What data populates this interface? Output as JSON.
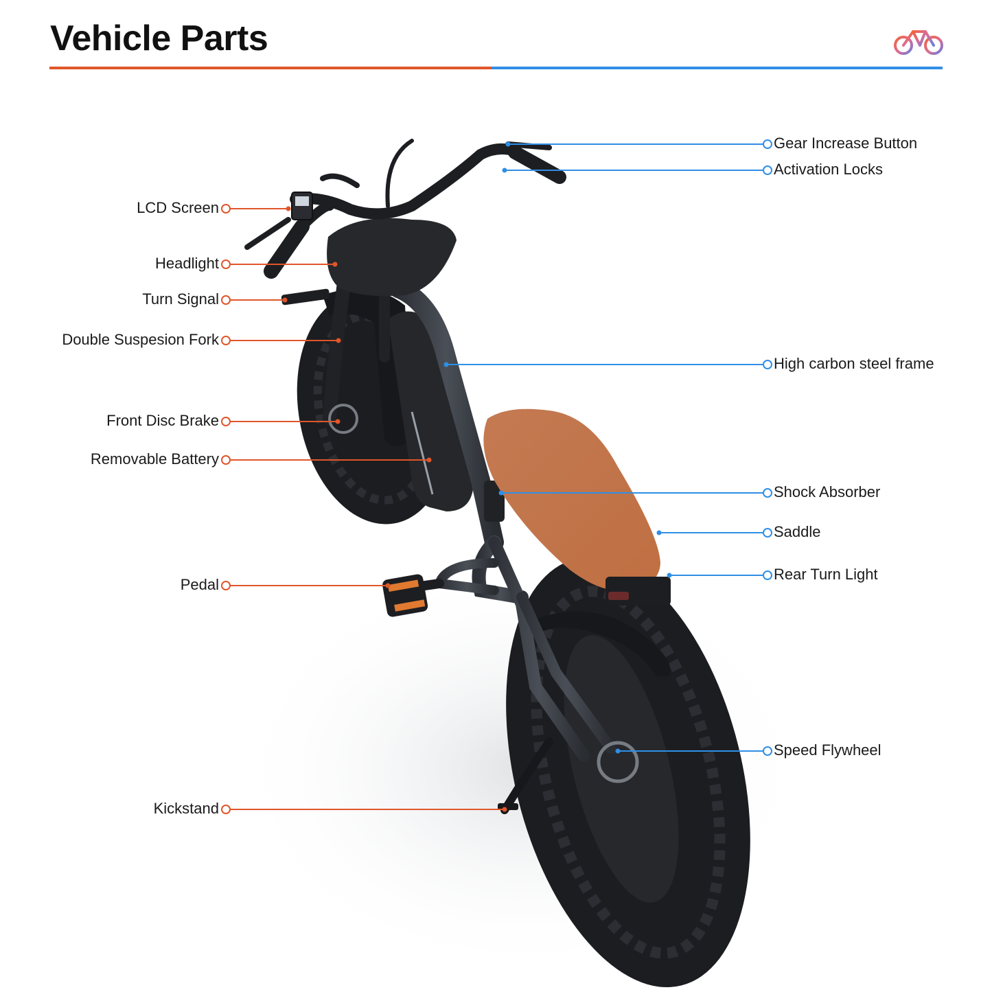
{
  "title": "Vehicle Parts",
  "colors": {
    "left_accent": "#e0562a",
    "right_accent": "#2f8fe6",
    "seat": "#c8784a",
    "frame": "#3b3f46",
    "tire": "#1c1d20"
  },
  "icons": {
    "brand": "bicycle-icon"
  },
  "left_callouts": [
    {
      "label": "LCD Screen"
    },
    {
      "label": "Headlight"
    },
    {
      "label": "Turn Signal"
    },
    {
      "label": "Double Suspesion Fork"
    },
    {
      "label": "Front Disc Brake"
    },
    {
      "label": "Removable Battery"
    },
    {
      "label": "Pedal"
    },
    {
      "label": "Kickstand"
    }
  ],
  "right_callouts": [
    {
      "label": "Gear Increase Button"
    },
    {
      "label": "Activation Locks"
    },
    {
      "label": "High carbon steel frame"
    },
    {
      "label": "Shock Absorber"
    },
    {
      "label": "Saddle"
    },
    {
      "label": "Rear Turn Light"
    },
    {
      "label": "Speed Flywheel"
    }
  ]
}
